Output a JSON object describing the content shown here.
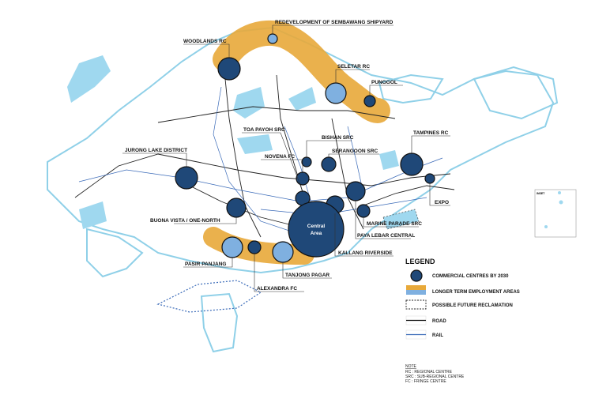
{
  "map_title_labels": {
    "sembawang": "REDEVELOPMENT OF SEMBAWANG SHIPYARD",
    "woodlands": "WOODLANDS RC",
    "seletar": "SELETAR RC",
    "punggol": "PUNGGOL",
    "toa_payoh": "TOA PAYOH SRC",
    "bishan": "BISHAN SRC",
    "tampines": "TAMPINES RC",
    "jurong": "JURONG LAKE DISTRICT",
    "novena": "NOVENA FC",
    "serangoon": "SERANGOON SRC",
    "expo": "EXPO",
    "buona_vista": "BUONA VISTA / ONE-NORTH",
    "marine_parade": "MARINE PARADE SRC",
    "paya_lebar": "PAYA LEBAR CENTRAL",
    "kallang": "KALLANG RIVERSIDE",
    "pasir_panjang": "PASIR  PANJANG",
    "tanjong_pagar": "TANJONG PAGAR",
    "alexandra": "ALEXANDRA FC",
    "central_line1": "Central",
    "central_line2": "Area"
  },
  "inset": {
    "label": "INSET"
  },
  "legend": {
    "title": "LEGEND",
    "items": [
      "COMMERCIAL CENTRES BY 2030",
      "LONGER TERM EMPLOYMENT AREAS",
      "POSSIBLE FUTURE RECLAMATION",
      "ROAD",
      "RAIL"
    ]
  },
  "note": {
    "title": "NOTE",
    "lines": [
      "RC   : REGIONAL CENTRE",
      "SRC : SUB-REGIONAL CENTRE",
      "FC   : FRINGE CENTRE"
    ]
  },
  "colors": {
    "commercial": "#1f4878",
    "employment_orange": "#e8a93a",
    "employment_blue": "#7fb0e0",
    "coast": "#8fd0e8",
    "rail": "#3a6ab8"
  }
}
